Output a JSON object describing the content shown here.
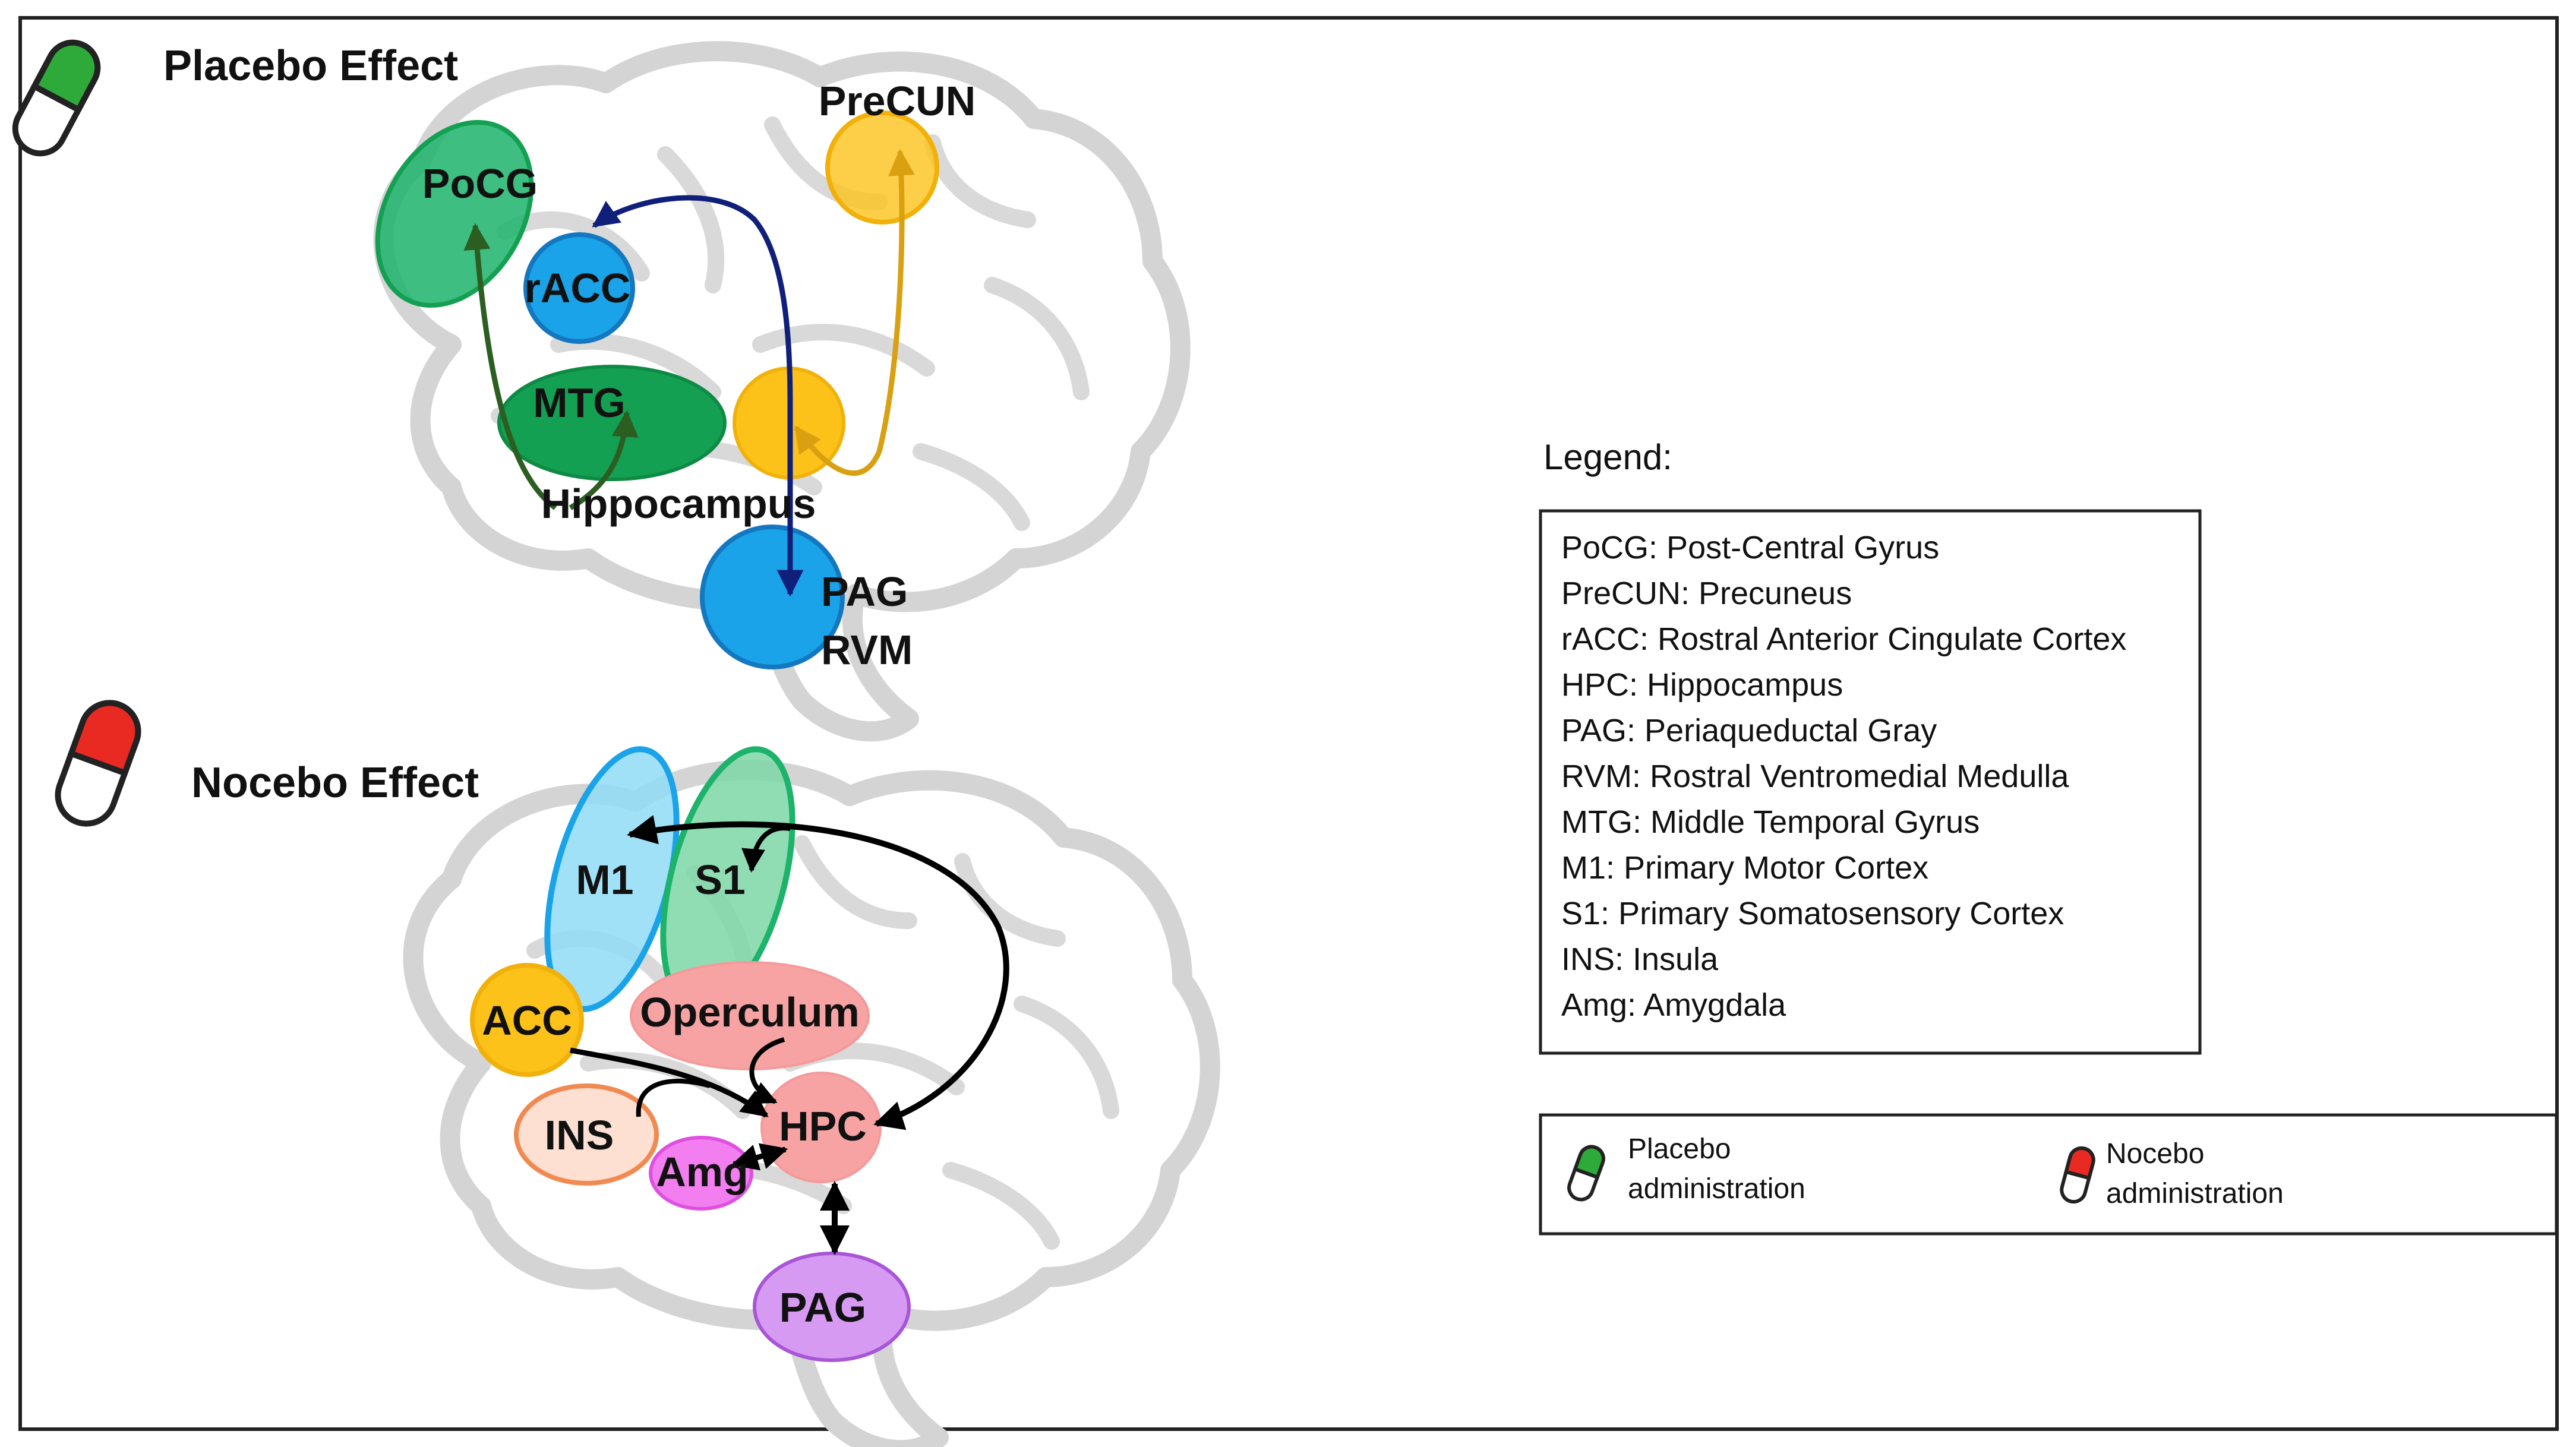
{
  "panels": {
    "placebo": {
      "title": "Placebo Effect",
      "regions": {
        "pocg": "PoCG",
        "precun": "PreCUN",
        "racc": "rACC",
        "mtg": "MTG",
        "hippocampus": "Hippocampus",
        "pag": "PAG",
        "rvm": "RVM"
      }
    },
    "nocebo": {
      "title": "Nocebo Effect",
      "regions": {
        "m1": "M1",
        "s1": "S1",
        "acc": "ACC",
        "operculum": "Operculum",
        "ins": "INS",
        "hpc": "HPC",
        "amg": "Amg",
        "pag": "PAG"
      }
    }
  },
  "legend": {
    "title": "Legend:",
    "entries": [
      "PoCG: Post-Central Gyrus",
      "PreCUN: Precuneus",
      "rACC: Rostral Anterior Cingulate Cortex",
      "HPC: Hippocampus",
      "PAG: Periaqueductal Gray",
      "RVM: Rostral Ventromedial Medulla",
      "MTG: Middle Temporal Gyrus",
      "M1: Primary Motor Cortex",
      "S1: Primary Somatosensory Cortex",
      "INS: Insula",
      "Amg: Amygdala"
    ]
  },
  "key": {
    "placebo": {
      "line1": "Placebo",
      "line2": "administration"
    },
    "nocebo": {
      "line1": "Nocebo",
      "line2": "administration"
    }
  },
  "colors": {
    "green_region": "#1db36b",
    "dark_green_region": "#14a052",
    "blue_region": "#1aa3e8",
    "yellow_region": "#fcc21a",
    "light_blue_region": "#8fdcf7",
    "light_green_region": "#7dd6a6",
    "pink_region": "#f7a3a3",
    "orange_region": "#f9b494",
    "magenta_region": "#f27ef0",
    "purple_region": "#d69af2",
    "placebo_pill_cap": "#2eaa3a",
    "nocebo_pill_cap": "#e82a22",
    "arrow_dark_green": "#2c5e22",
    "arrow_navy": "#10207a",
    "arrow_gold": "#d9a012",
    "arrow_black": "#000000"
  }
}
